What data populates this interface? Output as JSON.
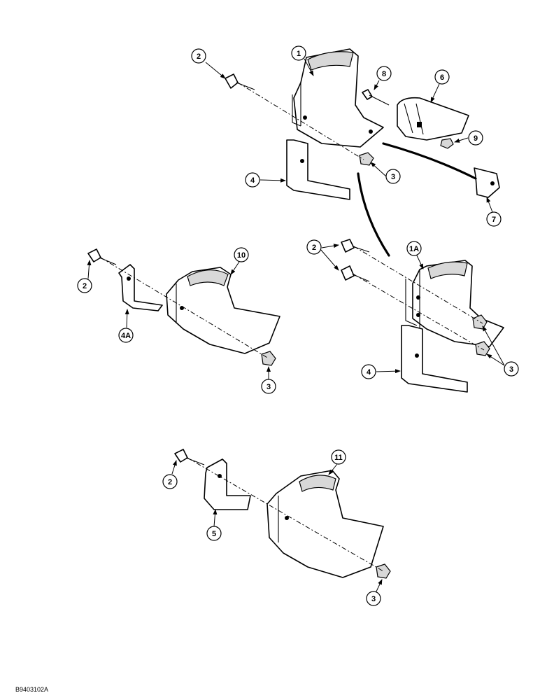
{
  "diagram": {
    "drawing_ref": "B9403102A",
    "callouts": [
      "1",
      "1A",
      "2",
      "3",
      "4",
      "4A",
      "5",
      "6",
      "7",
      "8",
      "9",
      "10",
      "11"
    ]
  }
}
